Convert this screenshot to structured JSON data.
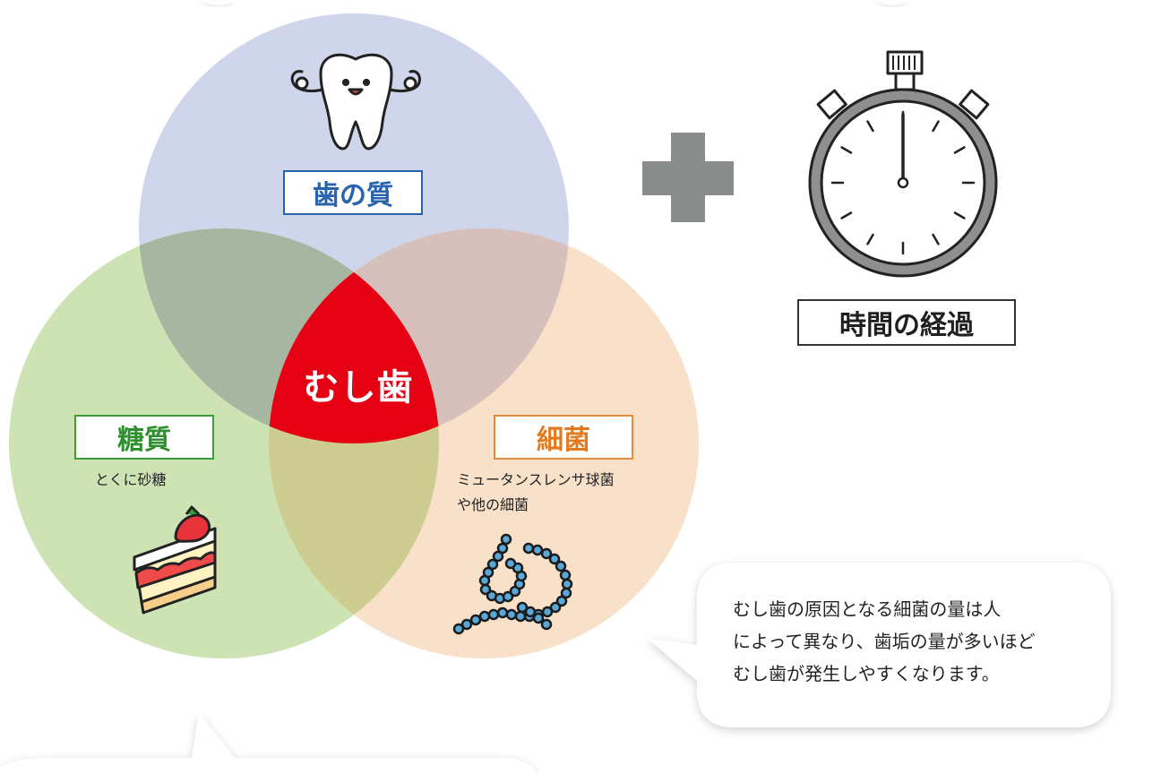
{
  "diagram": {
    "center_label": "むし歯",
    "circles": [
      {
        "id": "tooth",
        "label": "歯の質",
        "color": "#2a63ad"
      },
      {
        "id": "sugar",
        "label": "糖質",
        "sublabel": "とくに砂糖",
        "color": "#2f8f2e"
      },
      {
        "id": "bacteria",
        "label": "細菌",
        "sublabel_lines": [
          "ミュータンスレンサ球菌",
          "や他の細菌"
        ],
        "color": "#e27a21"
      }
    ],
    "plus_icon": "plus-icon",
    "time": {
      "label": "時間の経過",
      "icon": "stopwatch-icon"
    }
  },
  "bubble": {
    "lines": [
      "むし歯の原因となる細菌の量は人",
      "によって異なり、歯垢の量が多いほど",
      "むし歯が発生しやすくなります。"
    ]
  }
}
